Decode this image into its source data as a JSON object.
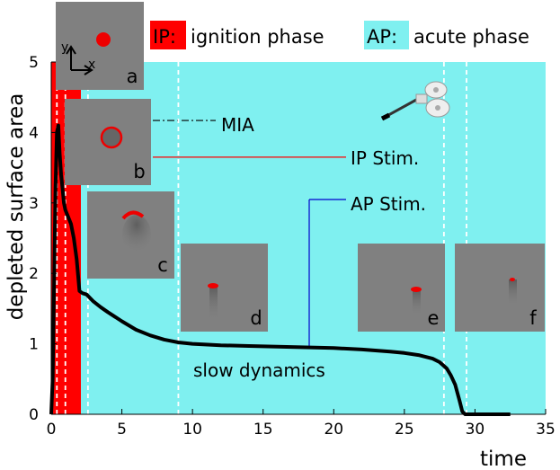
{
  "chart_data": {
    "type": "line",
    "xlabel": "time",
    "ylabel": "depleted surface area",
    "xlim": [
      0,
      35
    ],
    "ylim": [
      0,
      5
    ],
    "xticks": [
      0,
      5,
      10,
      15,
      20,
      25,
      30,
      35
    ],
    "yticks": [
      0,
      1,
      2,
      3,
      4,
      5
    ],
    "grid": false,
    "phases": [
      {
        "key": "IP",
        "label": "ignition phase",
        "x0": 0.0,
        "x1": 2.1,
        "color": "#ff0000"
      },
      {
        "key": "AP",
        "label": "acute phase",
        "x0": 2.1,
        "x1": 35,
        "color": "#7ff0f0"
      }
    ],
    "series": [
      {
        "values_x": [
          0,
          0.1,
          0.2,
          0.3,
          0.4,
          0.5,
          0.6,
          0.7,
          0.8,
          0.9,
          1.0,
          1.2,
          1.4,
          1.6,
          1.8,
          2.0,
          2.2,
          2.5,
          3,
          3.5,
          4,
          5,
          6,
          7,
          8,
          9,
          10,
          12,
          14,
          16,
          18,
          20,
          22,
          24,
          25,
          26,
          27,
          27.5,
          28,
          28.3,
          28.6,
          28.9,
          29.1,
          29.3,
          32.5
        ],
        "values_y": [
          0,
          0.5,
          1.8,
          3.2,
          4.0,
          4.1,
          3.7,
          3.4,
          3.2,
          3.0,
          2.9,
          2.8,
          2.7,
          2.5,
          2.2,
          1.75,
          1.72,
          1.7,
          1.6,
          1.52,
          1.45,
          1.32,
          1.2,
          1.12,
          1.06,
          1.02,
          1.0,
          0.98,
          0.97,
          0.96,
          0.95,
          0.94,
          0.92,
          0.89,
          0.87,
          0.84,
          0.79,
          0.74,
          0.65,
          0.55,
          0.42,
          0.2,
          0.04,
          0.0,
          0.0
        ],
        "color": "#000000"
      }
    ],
    "thresholds": [
      {
        "label": "MIA",
        "y": 4.17,
        "style": "dashdot",
        "color": "#000000"
      },
      {
        "label": "IP Stim.",
        "y": 3.65,
        "color": "#ff0000"
      },
      {
        "label": "AP Stim.",
        "y": 0.93,
        "color": "#0000cc"
      }
    ],
    "snapshots": [
      {
        "label": "a",
        "time": 0.4,
        "spot": "circle"
      },
      {
        "label": "b",
        "time": 1.0,
        "spot": "ring"
      },
      {
        "label": "c",
        "time": 2.6,
        "spot": "arc"
      },
      {
        "label": "d",
        "time": 9.0,
        "spot": "tail"
      },
      {
        "label": "e",
        "time": 27.8,
        "spot": "tail"
      },
      {
        "label": "f",
        "time": 29.4,
        "spot": "tail"
      }
    ],
    "annotations": {
      "slow_dynamics": "slow dynamics",
      "axis_y": "y",
      "axis_x": "x"
    }
  }
}
